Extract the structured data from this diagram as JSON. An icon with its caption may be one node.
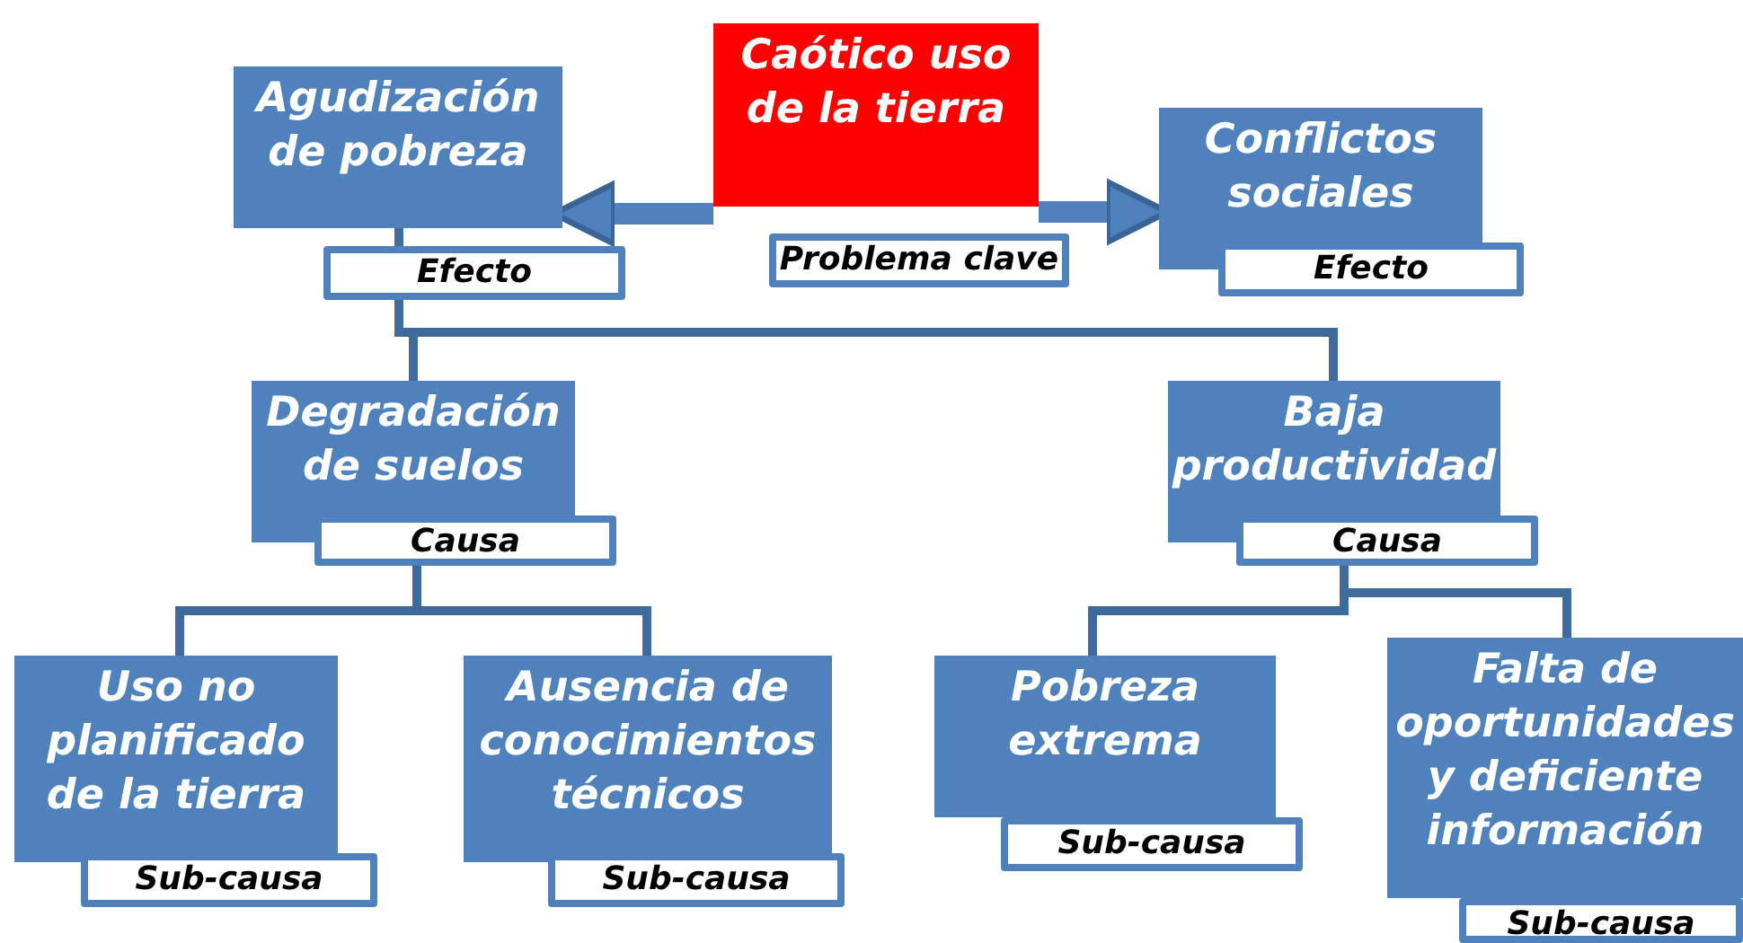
{
  "diagram": {
    "nodes": [
      {
        "text": [
          "Agudización de pobreza",
          "Efecto"
        ]
      },
      {
        "text": [
          "Caótico uso de la tierra",
          "Problema clave"
        ]
      },
      {
        "text": [
          "Conflictos sociales",
          "Efecto"
        ]
      },
      {
        "text": [
          "Degradación de suelos",
          "Causa"
        ]
      },
      {
        "text": [
          "Baja productividad",
          "Causa"
        ]
      },
      {
        "text": [
          "Uso no planificado de la tierra",
          "Sub-causa"
        ]
      },
      {
        "text": [
          "Ausencia de conocimientos técnicos",
          "Sub-causa"
        ]
      },
      {
        "text": [
          "Pobreza extrema",
          "Sub-causa"
        ]
      },
      {
        "text": [
          "Falta de oportunidades y deficiente información",
          "Sub-causa"
        ]
      }
    ],
    "edges": [
      {
        "from": 1,
        "to": 0,
        "arrow": "to",
        "style": "thick"
      },
      {
        "from": 1,
        "to": 2,
        "arrow": "to",
        "style": "thick"
      },
      {
        "from": 0,
        "to": 3,
        "arrow": "none"
      },
      {
        "from": 0,
        "to": 4,
        "arrow": "none"
      },
      {
        "from": 3,
        "to": 5,
        "arrow": "none"
      },
      {
        "from": 3,
        "to": 6,
        "arrow": "none"
      },
      {
        "from": 4,
        "to": 7,
        "arrow": "none"
      },
      {
        "from": 4,
        "to": 8,
        "arrow": "none"
      }
    ]
  }
}
